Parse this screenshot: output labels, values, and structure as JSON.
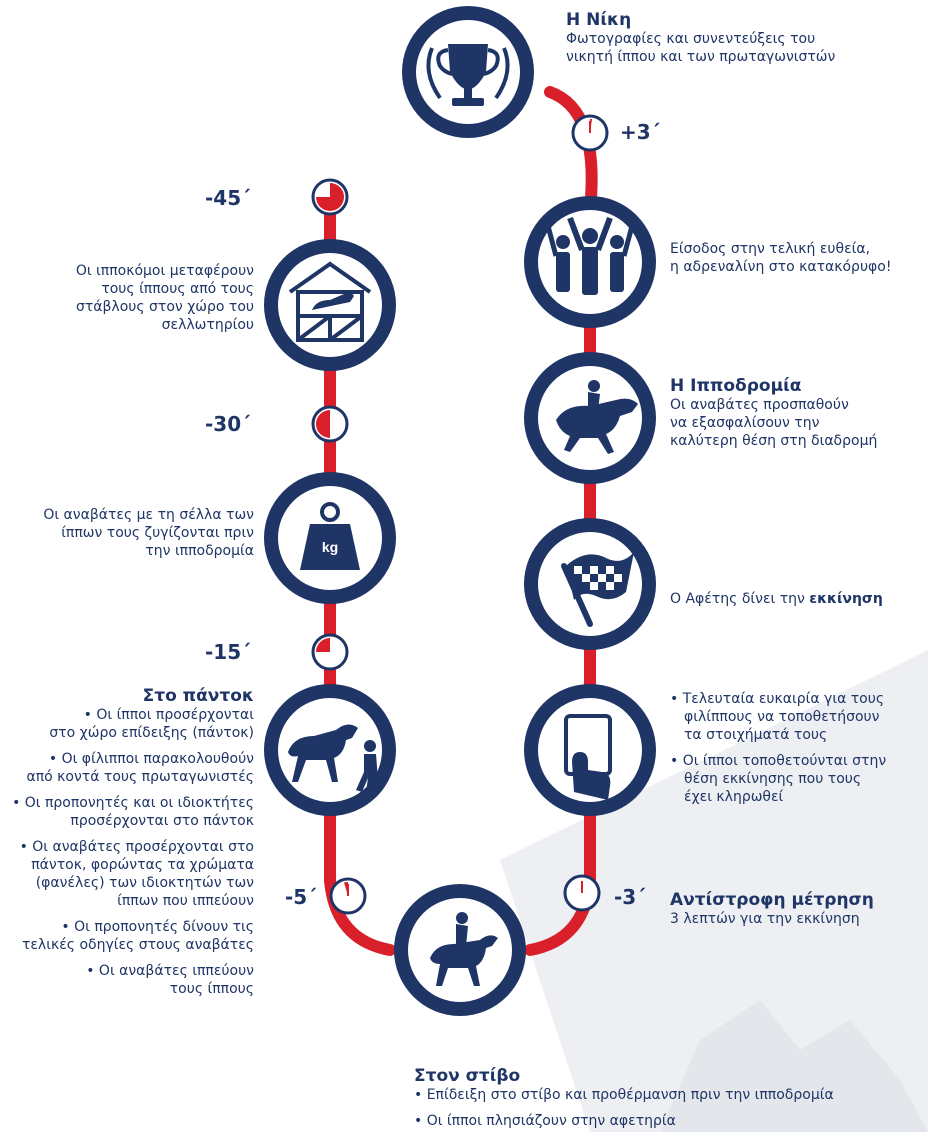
{
  "colors": {
    "navy": "#1f3566",
    "red": "#d81f2a",
    "grey": "#e8eaee"
  },
  "times": {
    "plus3": "+3´",
    "minus45": "-45´",
    "minus30": "-30´",
    "minus15": "-15´",
    "minus5": "-5´",
    "minus3": "-3´"
  },
  "steps": {
    "victory": {
      "icon": "trophy-icon",
      "title": "Η Νίκη",
      "line1": "Φωτογραφίες και συνεντεύξεις του",
      "line2": "νικητή ίππου και των πρωταγωνιστών"
    },
    "final_straight": {
      "icon": "cheering-crowd-icon",
      "line1": "Είσοδος στην τελική ευθεία,",
      "line2": "η αδρεναλίνη στο κατακόρυφο!"
    },
    "race": {
      "icon": "galloping-horse-icon",
      "title": "Η Ιπποδρομία",
      "line1": "Οι αναβάτες προσπαθούν",
      "line2": "να εξασφαλίσουν την",
      "line3": "καλύτερη θέση στη διαδρομή"
    },
    "start": {
      "icon": "checkered-flag-icon",
      "text_prefix": "Ο Αφέτης δίνει την ",
      "text_bold": "εκκίνηση"
    },
    "betting": {
      "icon": "betting-slip-hand-icon",
      "b1_l1": "• Τελευταία ευκαιρία για τους",
      "b1_l2": "φιλίππους να τοποθετήσουν",
      "b1_l3": "τα στοιχήματά τους",
      "b2_l1": "• Οι ίπποι τοποθετούνται στην",
      "b2_l2": "θέση  εκκίνησης που τους",
      "b2_l3": "έχει κληρωθεί"
    },
    "countdown": {
      "title": "Αντίστροφη μέτρηση",
      "line1": "3 λεπτών για την εκκίνηση"
    },
    "parade": {
      "icon": "horse-rider-icon",
      "title": "Στον στίβο",
      "line1": "• Επίδειξη στο στίβο και προθέρμανση πριν την ιπποδρομία",
      "line2": "• Οι ίπποι πλησιάζουν στην αφετηρία"
    },
    "paddock": {
      "icon": "horse-groom-icon",
      "title": "Στο πάντοκ",
      "b1_l1": "• Οι ίπποι προσέρχονται",
      "b1_l2": "στο χώρο επίδειξης (πάντοκ)",
      "b2_l1": "• Οι φίλιπποι παρακολουθούν",
      "b2_l2": "από κοντά τους πρωταγωνιστές",
      "b3_l1": "• Οι προπονητές και οι ιδιοκτήτες",
      "b3_l2": "προσέρχονται στο πάντοκ",
      "b4_l1": "• Οι αναβάτες προσέρχονται στο",
      "b4_l2": "πάντοκ, φορώντας τα χρώματα",
      "b4_l3": "(φανέλες) των ιδιοκτητών των",
      "b4_l4": "ίππων που ιππεύουν",
      "b5_l1": "• Οι προπονητές δίνουν τις",
      "b5_l2": "τελικές οδηγίες στους αναβάτες",
      "b6_l1": "• Οι αναβάτες ιππεύουν",
      "b6_l2": "τους ίππους"
    },
    "weighing": {
      "icon": "weight-kg-icon",
      "kg_label": "kg",
      "line1": "Οι αναβάτες με τη σέλλα των",
      "line2": "ίππων τους ζυγίζονται πριν",
      "line3": "την ιπποδρομία"
    },
    "stables": {
      "icon": "horse-stable-icon",
      "line1": "Οι ιπποκόμοι μεταφέρουν",
      "line2": "τους ίππους από τους",
      "line3": "στάβλους στον χώρο του",
      "line4": "σελλωτηρίου"
    }
  }
}
